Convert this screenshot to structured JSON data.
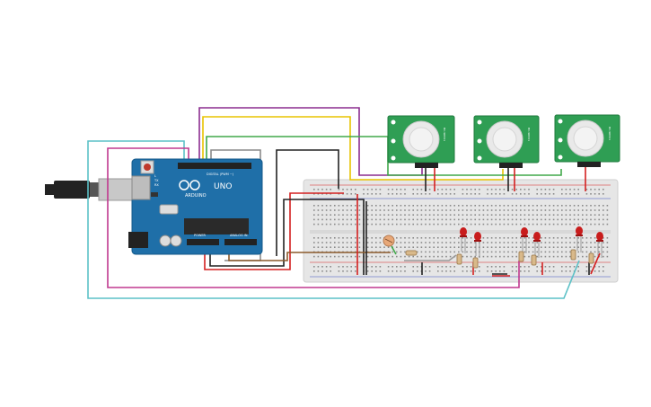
{
  "arduino": {
    "brand_text": "ARDUINO",
    "model_text": "UNO",
    "digital_label": "DIGITAL (PWM ~)",
    "power_label": "POWER",
    "analog_label": "ANALOG IN",
    "tx_label": "TX",
    "rx_label": "RX",
    "l_label": "L"
  },
  "pir_sensors": [
    {
      "side_label": "HC-SR501"
    },
    {
      "side_label": "HC-SR501"
    },
    {
      "side_label": "HC-SR501"
    }
  ],
  "colors": {
    "arduino_board": "#1f6fa8",
    "pir_board": "#2f9e54",
    "breadboard": "#e6e6e6",
    "wire_purple": "#8b2d8f",
    "wire_yellow": "#e8c300",
    "wire_green": "#41a84a",
    "wire_gray": "#8a8a8a",
    "wire_black": "#222222",
    "wire_cyan": "#5cc1c7",
    "wire_magenta": "#c0398f",
    "wire_red": "#d42020",
    "wire_brown": "#8b5a2b",
    "led_red": "#c81c1c"
  }
}
